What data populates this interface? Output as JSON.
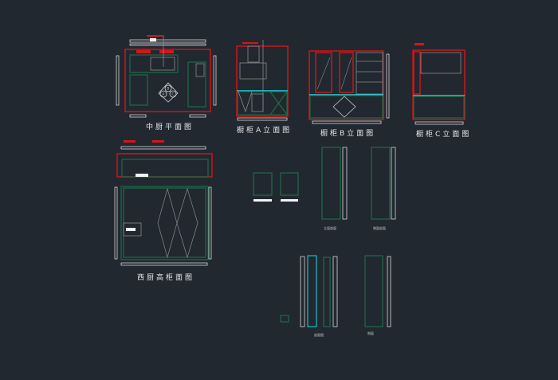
{
  "drawing": {
    "background": "#212830",
    "titles": {
      "central_kitchen_plan": "中厨平面图",
      "cabinet_a_elevation": "橱柜A立面图",
      "cabinet_b_elevation": "橱柜B立面图",
      "cabinet_c_elevation": "橱柜C立面图",
      "western_kitchen_tall_cabinet": "西厨高柜面图"
    },
    "small_labels": {
      "tall_section_1": "立面剖面",
      "tall_section_2": "侧面剖面",
      "tall_section_3": "剖面图",
      "tall_section_4": "侧面"
    },
    "plan_markers": [
      "A",
      "B",
      "C"
    ],
    "colors": {
      "wall": "#d81418",
      "cabinet": "#1f6a46",
      "countertop": "#23d6e0",
      "dimension": "#f2f2f2"
    }
  }
}
